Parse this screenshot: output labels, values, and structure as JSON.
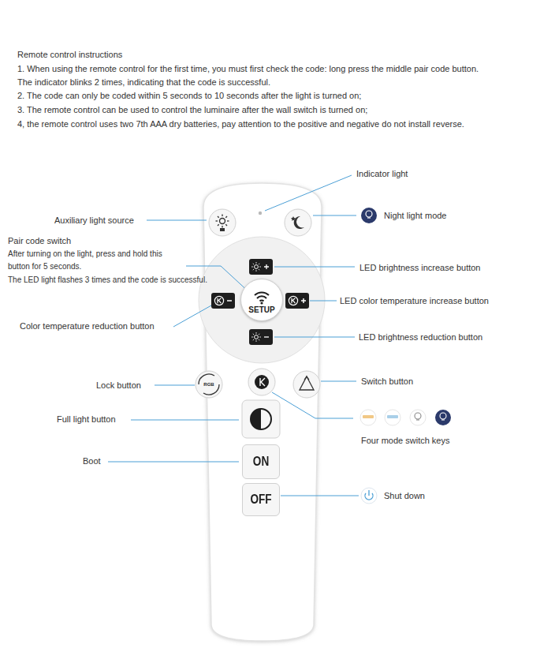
{
  "diagram": {
    "title": "Remote control instructions",
    "nodes": [
      {
        "text": [
          "SETUP"
        ]
      },
      {
        "text": [
          "ON"
        ]
      },
      {
        "text": [
          "OFF"
        ]
      }
    ],
    "labels": [
      "1. When using the remote control for the first time, you must first check the code: long press the middle pair code button. The indicator blinks 2 times, indicating that the code is successful.",
      "2. The code can only be coded within 5 seconds to 10 seconds after the light is turned on;",
      "3. The remote control can be used to control the luminaire after the wall switch is turned on;",
      "4, the remote control uses two 7th AAA dry batteries, pay attention to the positive and negative do not install reverse.",
      "Indicator light",
      "Auxiliary light source",
      "Night light mode",
      "Pair code switch",
      "After turning on the light, press and hold this button for 5 seconds.",
      "The LED light flashes 3 times and the code is successful.",
      "LED brightness increase button",
      "LED color temperature increase button",
      "Color temperature reduction button",
      "LED brightness reduction button",
      "Lock button",
      "Switch button",
      "Full light button",
      "Four mode switch keys",
      "Boot",
      "Shut down",
      "RGB"
    ]
  }
}
